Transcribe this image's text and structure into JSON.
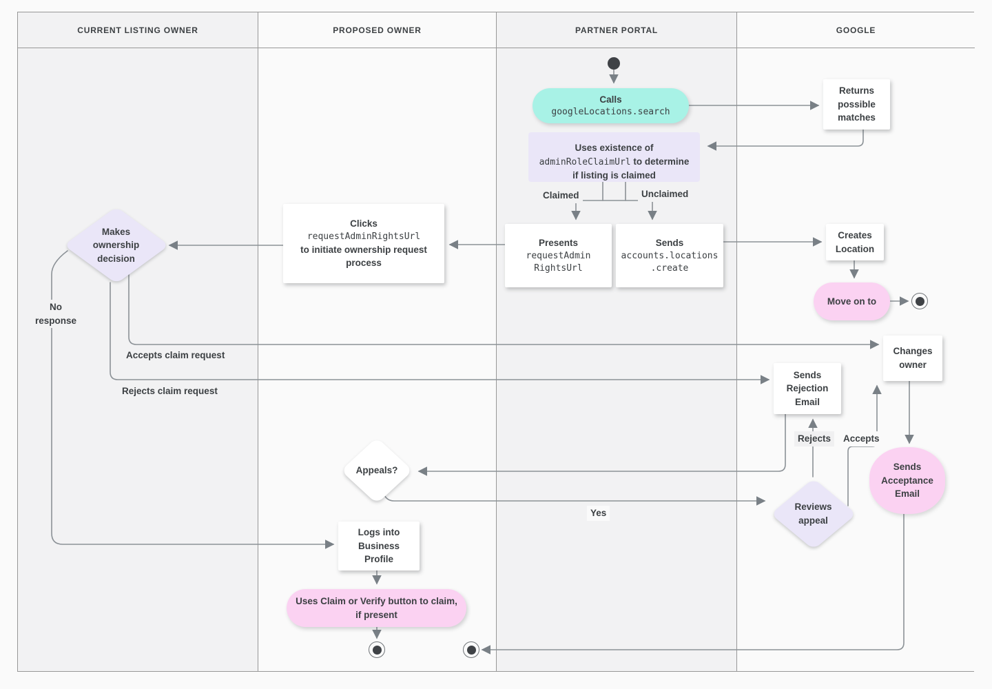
{
  "colors": {
    "lane_odd_bg": "#f2f2f3",
    "lane_even_bg": "#fafafa",
    "border": "#979797",
    "edge": "#8b9196",
    "arrowhead": "#798086",
    "text": "#3c4043",
    "dot": "#3f4246",
    "ring": "#6f7377",
    "teal": "#a8f2e6",
    "lavender": "#eae6f8",
    "pink": "#fbd2f2",
    "white": "#ffffff"
  },
  "lanes": [
    {
      "label": "CURRENT LISTING OWNER"
    },
    {
      "label": "PROPOSED OWNER"
    },
    {
      "label": "PARTNER PORTAL"
    },
    {
      "label": "GOOGLE"
    }
  ],
  "nodes": {
    "calls": {
      "title": "Calls",
      "code": "googleLocations.search"
    },
    "returns_matches": {
      "label": "Returns possible matches"
    },
    "uses_existence": {
      "text_before": "Uses existence of ",
      "code": "adminRoleClaimUrl",
      "text_after": " to determine if listing is claimed"
    },
    "presents": {
      "title": "Presents",
      "code": "requestAdmin\nRightsUrl"
    },
    "sends_create": {
      "title": "Sends",
      "code": "accounts.locations\n.create"
    },
    "clicks": {
      "title": "Clicks",
      "code": "requestAdminRightsUrl",
      "text_after": "to initiate ownership request process"
    },
    "makes_decision": {
      "label": "Makes ownership decision"
    },
    "creates_location": {
      "label": "Creates Location"
    },
    "move_on": {
      "label": "Move on to"
    },
    "changes_owner": {
      "label": "Changes owner"
    },
    "sends_rejection": {
      "label": "Sends Rejection Email"
    },
    "sends_acceptance": {
      "label": "Sends Acceptance Email"
    },
    "reviews_appeal": {
      "label": "Reviews appeal"
    },
    "appeals": {
      "label": "Appeals?"
    },
    "logs_into": {
      "label": "Logs into Business Profile"
    },
    "uses_claim": {
      "label": "Uses Claim or Verify button to claim, if present"
    }
  },
  "edge_labels": {
    "claimed": "Claimed",
    "unclaimed": "Unclaimed",
    "no_response": "No response",
    "accepts_claim": "Accepts claim request",
    "rejects_claim": "Rejects claim request",
    "rejects": "Rejects",
    "accepts": "Accepts",
    "yes": "Yes"
  }
}
